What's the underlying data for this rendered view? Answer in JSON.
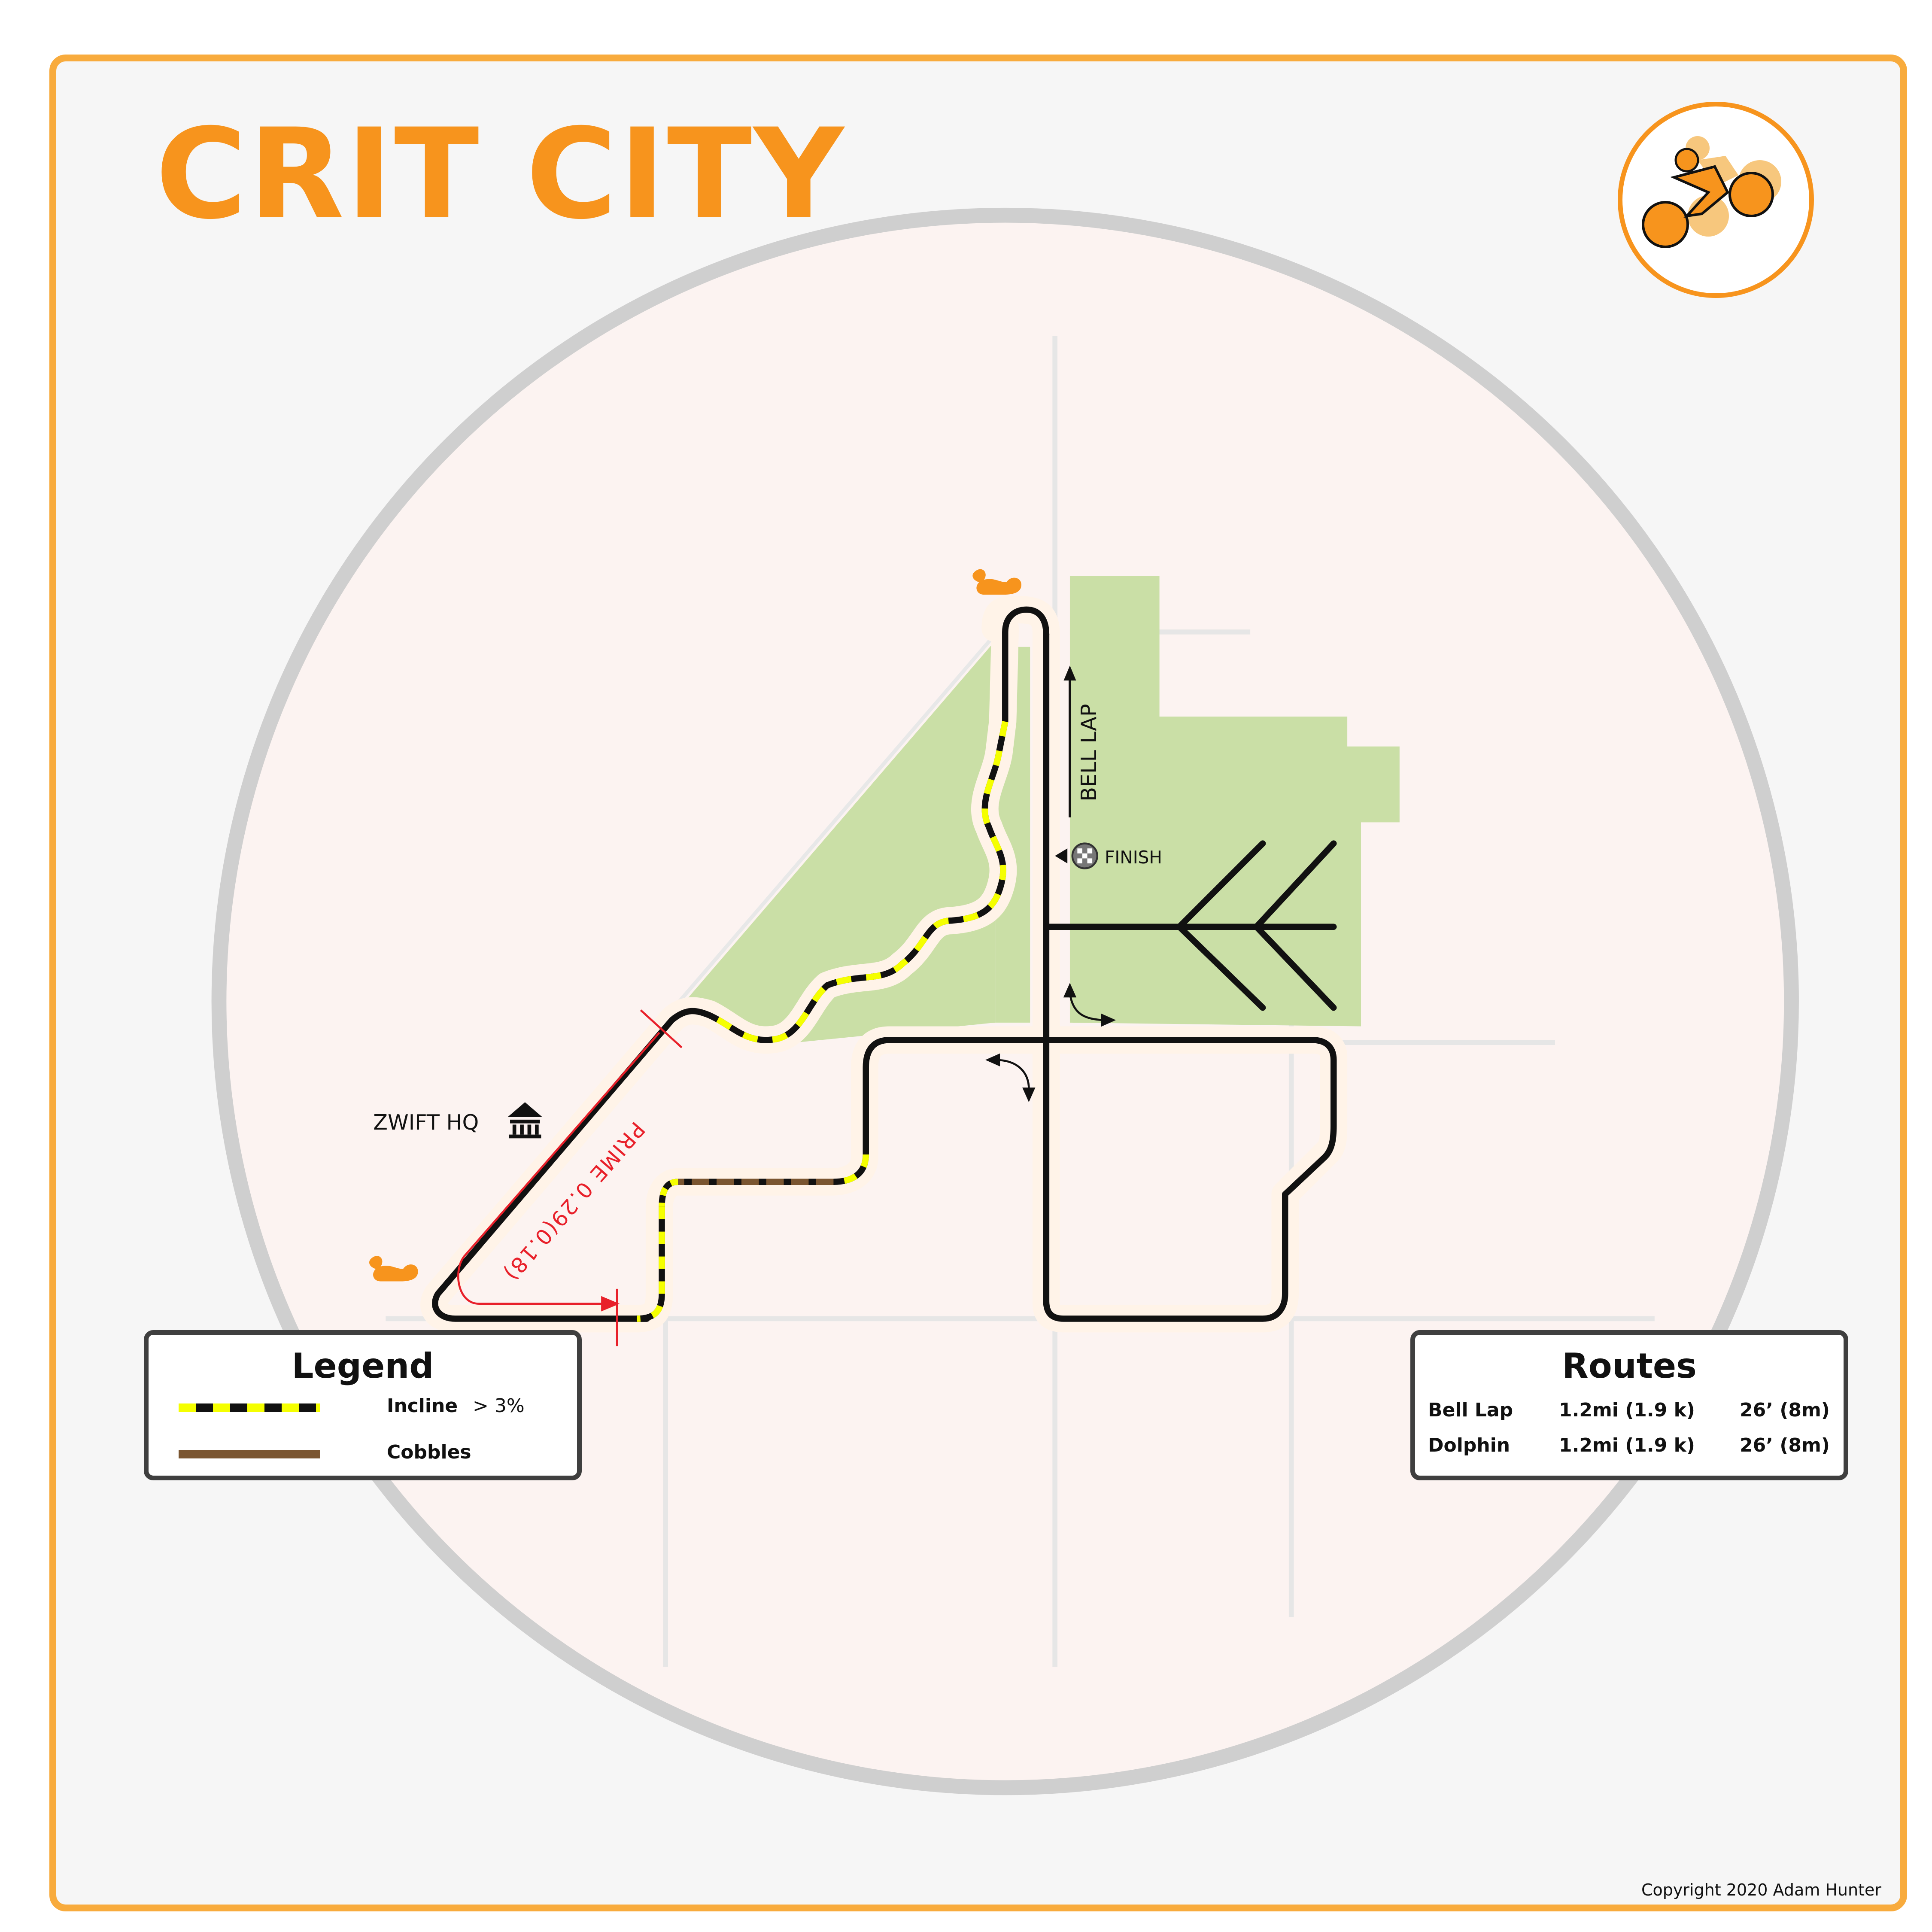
{
  "title": "CRIT CITY",
  "labels": {
    "zwift_hq": "ZWIFT HQ",
    "finish": "FINISH",
    "bell_lap": "BELL LAP",
    "prime": "PRIME  0.29(0.18)"
  },
  "legend": {
    "title": "Legend",
    "items": [
      {
        "label": "Incline",
        "value": "> 3%"
      },
      {
        "label": "Cobbles"
      }
    ]
  },
  "routes": {
    "title": "Routes",
    "items": [
      {
        "name": "Bell Lap",
        "distance": "1.2mi (1.9 k)",
        "elevation": "26’ (8m)"
      },
      {
        "name": "Dolphin",
        "distance": "1.2mi (1.9 k)",
        "elevation": "26’ (8m)"
      }
    ]
  },
  "copyright": "Copyright 2020 Adam Hunter",
  "icons": {
    "logo": "cyclist-logo-icon",
    "finish": "checkered-flag-icon",
    "hq": "building-icon",
    "kom": "squirrel-icon"
  },
  "colors": {
    "accent": "#f7941d",
    "frame": "#f8ab3d",
    "park": "#cadfa6",
    "road": "#111111",
    "incline": "#f5ff00",
    "cobbles": "#7a5530",
    "prime": "#e8202a"
  }
}
